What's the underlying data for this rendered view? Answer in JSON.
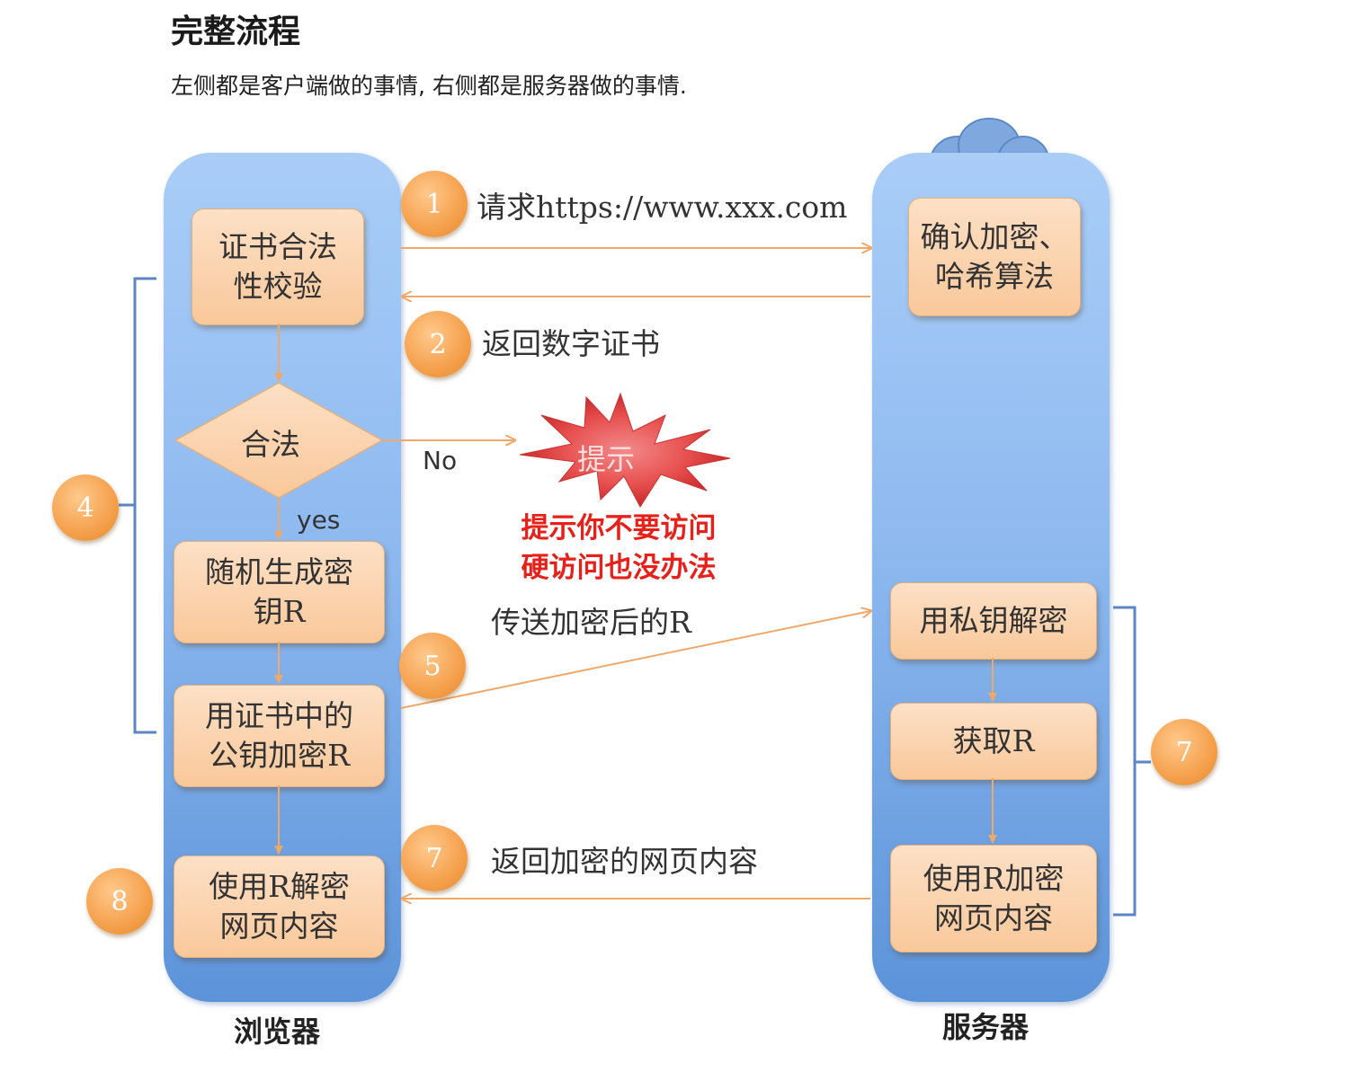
{
  "header": {
    "title": "完整流程",
    "subtitle": "左侧都是客户端做的事情, 右侧都是服务器做的事情."
  },
  "lanes": {
    "browser": "浏览器",
    "server": "服务器"
  },
  "browser_boxes": {
    "cert_check": "证书合法\n性校验",
    "decision": "合法",
    "gen_key": "随机生成密\n钥R",
    "encrypt_key": "用证书中的\n公钥加密R",
    "decrypt_page": "使用R解密\n网页内容"
  },
  "server_boxes": {
    "confirm_algo": "确认加密、\n哈希算法",
    "private_decrypt": "用私钥解密",
    "get_r": "获取R",
    "encrypt_page": "使用R加密\n网页内容"
  },
  "steps": {
    "s1": "1",
    "s2": "2",
    "s4": "4",
    "s5": "5",
    "s7a": "7",
    "s7b": "7",
    "s8": "8"
  },
  "flow_labels": {
    "request": "请求https://www.xxx.com",
    "return_cert": "返回数字证书",
    "no": "No",
    "yes": "yes",
    "send_r": "传送加密后的R",
    "return_page": "返回加密的网页内容"
  },
  "alert": {
    "burst_text": "提示",
    "warning": "提示你不要访问\n硬访问也没办法"
  },
  "colors": {
    "lane_blue": "#8fbaf0",
    "box_orange": "#f9c89a",
    "circle_orange": "#f5a04c",
    "arrow": "#f0a868",
    "bracket": "#5b86c4",
    "warning_red": "#e8201a"
  }
}
